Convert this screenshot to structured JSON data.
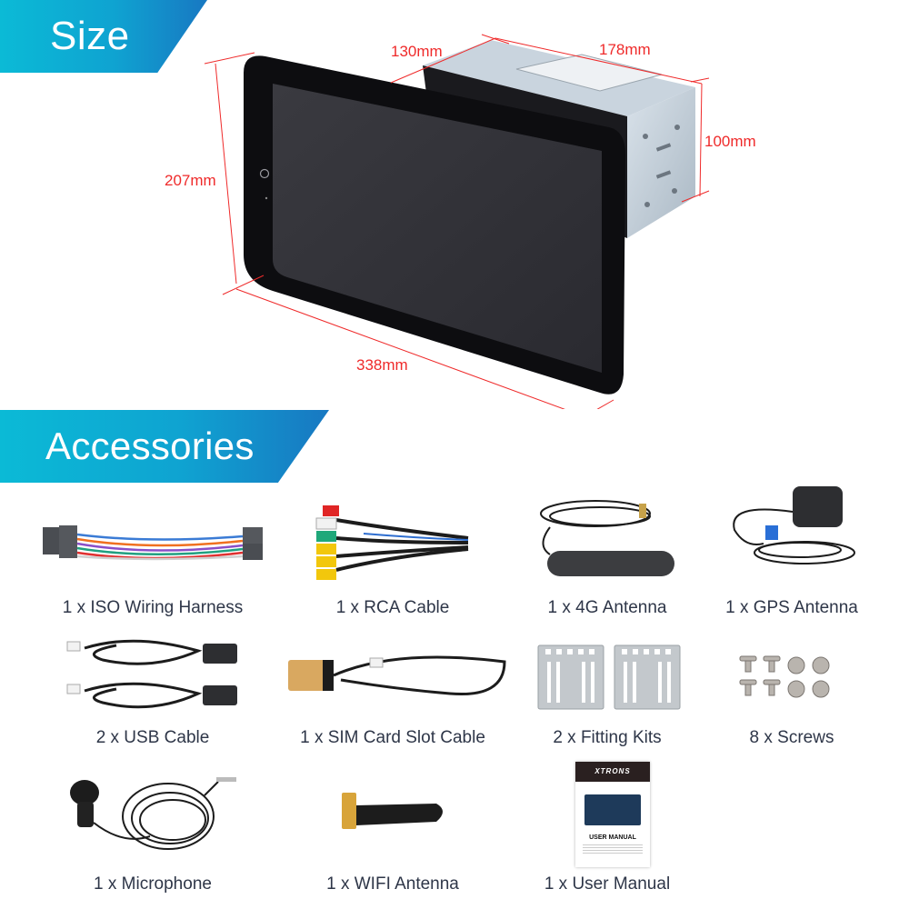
{
  "sections": {
    "size": {
      "title": "Size"
    },
    "accessories": {
      "title": "Accessories"
    }
  },
  "dimensions": {
    "depth_unit": "130mm",
    "unit_width": "178mm",
    "unit_height": "100mm",
    "screen_height": "207mm",
    "screen_width": "338mm"
  },
  "colors": {
    "banner_start": "#0bbad6",
    "banner_end": "#1878c2",
    "dimension_line": "#ef2a2a",
    "label_text": "#2e3648"
  },
  "manual": {
    "brand": "XTRONS",
    "title": "USER MANUAL"
  },
  "accessories": [
    {
      "label": "1 x ISO Wiring Harness",
      "icon": "iso-harness"
    },
    {
      "label": "1 x RCA Cable",
      "icon": "rca-cable"
    },
    {
      "label": "1 x 4G Antenna",
      "icon": "4g-antenna"
    },
    {
      "label": "1 x GPS Antenna",
      "icon": "gps-antenna"
    },
    {
      "label": "2 x USB Cable",
      "icon": "usb-cable"
    },
    {
      "label": "1 x SIM Card Slot Cable",
      "icon": "sim-cable"
    },
    {
      "label": "2 x Fitting Kits",
      "icon": "fitting-kit"
    },
    {
      "label": "8 x Screws",
      "icon": "screws"
    },
    {
      "label": "1 x Microphone",
      "icon": "microphone"
    },
    {
      "label": "1 x WIFI Antenna",
      "icon": "wifi-antenna"
    },
    {
      "label": "1 x User Manual",
      "icon": "user-manual"
    }
  ]
}
